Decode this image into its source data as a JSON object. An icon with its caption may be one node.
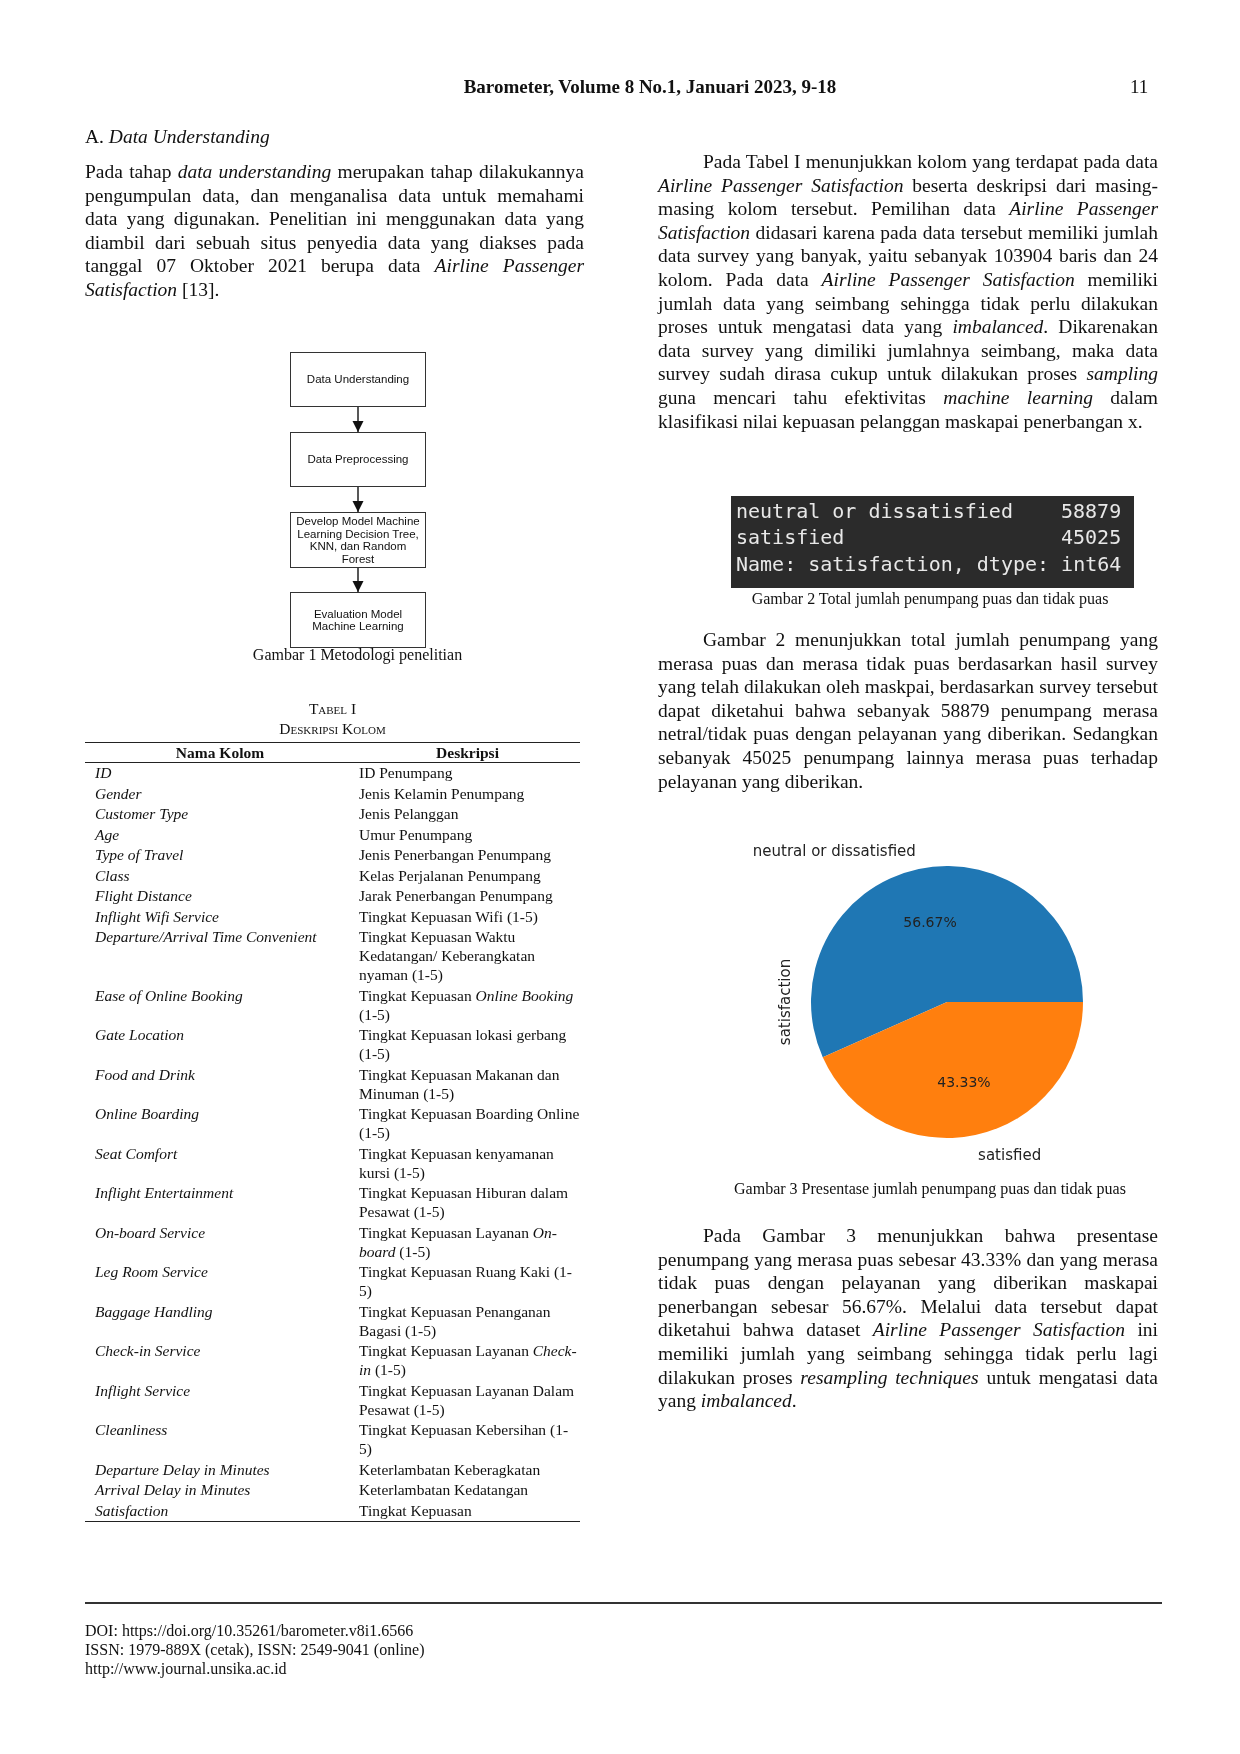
{
  "diagram": {
    "nodes": [
      {
        "text": [
          "Data Understanding"
        ]
      },
      {
        "text": [
          "Data Preprocessing"
        ]
      },
      {
        "text": [
          "Develop Model Machine Learning Decision Tree, KNN, dan Random Forest"
        ]
      },
      {
        "text": [
          "Evaluation Model Machine Learning"
        ]
      }
    ],
    "edges": [
      {
        "from": 0,
        "to": 1,
        "arrow": "to"
      },
      {
        "from": 1,
        "to": 2,
        "arrow": "to"
      },
      {
        "from": 2,
        "to": 3,
        "arrow": "to"
      }
    ],
    "labels": [
      "Barometer, Volume 8 No.1, Januari 2023, 9-18",
      "11",
      "A. *Data Understanding*",
      "Pada tahap *data understanding* merupakan tahap dilakukannya pengumpulan data, dan menganalisa data untuk memahami data yang digunakan. Penelitian ini menggunakan data yang diambil dari sebuah situs penyedia data yang diakses pada tanggal 07 Oktober 2021 berupa data *Airline Passenger Satisfaction* [13].",
      "Gambar 1 Metodologi penelitian",
      "Tabel I",
      "Deskripsi Kolom",
      "Nama Kolom",
      "Deskripsi",
      "ID",
      "ID Penumpang",
      "Gender",
      "Jenis Kelamin Penumpang",
      "Customer Type",
      "Jenis Pelanggan",
      "Age",
      "Umur Penumpang",
      "Type of Travel",
      "Jenis Penerbangan Penumpang",
      "Class",
      "Kelas Perjalanan Penumpang",
      "Flight Distance",
      "Jarak Penerbangan Penumpang",
      "Inflight Wifi Service",
      "Tingkat Kepuasan Wifi (1-5)",
      "Departure/Arrival Time Convenient",
      "Tingkat Kepuasan Waktu Kedatangan/ Keberangkatan nyaman (1-5)",
      "Ease of Online Booking",
      "Tingkat Kepuasan *Online Booking* (1-5)",
      "Gate Location",
      "Tingkat Kepuasan lokasi gerbang (1-5)",
      "Food and Drink",
      "Tingkat Kepuasan Makanan dan Minuman (1-5)",
      "Online Boarding",
      "Tingkat Kepuasan Boarding Online (1-5)",
      "Seat Comfort",
      "Tingkat Kepuasan kenyamanan kursi (1-5)",
      "Inflight Entertainment",
      "Tingkat Kepuasan Hiburan dalam Pesawat (1-5)",
      "On-board Service",
      "Tingkat Kepuasan Layanan *On-board* (1-5)",
      "Leg Room Service",
      "Tingkat Kepuasan Ruang Kaki (1-5)",
      "Baggage Handling",
      "Tingkat Kepuasan Penanganan Bagasi (1-5)",
      "Check-in Service",
      "Tingkat Kepuasan Layanan *Check-in* (1-5)",
      "Inflight Service",
      "Tingkat Kepuasan Layanan Dalam Pesawat (1-5)",
      "Cleanliness",
      "Tingkat Kepuasan Kebersihan (1-5)",
      "Departure Delay in Minutes",
      "Keterlambatan Keberagkatan",
      "Arrival Delay in Minutes",
      "Keterlambatan Kedatangan",
      "Satisfaction",
      "Tingkat Kepuasan",
      "Pada Tabel I menunjukkan kolom yang terdapat pada data *Airline Passenger Satisfaction* beserta deskripsi dari masing-masing kolom tersebut. Pemilihan data *Airline Passenger Satisfaction* didasari karena pada data tersebut memiliki jumlah data survey yang banyak, yaitu sebanyak 103904 baris dan 24 kolom. Pada data *Airline Passenger Satisfaction* memiliki jumlah data yang seimbang sehingga tidak perlu dilakukan proses untuk mengatasi data yang *imbalanced*. Dikarenakan data survey yang dimiliki jumlahnya seimbang, maka data survey sudah dirasa cukup untuk dilakukan proses *sampling* guna mencari tahu efektivitas *machine learning* dalam klasifikasi nilai kepuasan pelanggan maskapai penerbangan x.",
      "neutral or dissatisfied",
      "58879",
      "satisfied",
      "45025",
      "Name: satisfaction, dtype: int64",
      "Gambar 2 Total jumlah penumpang puas dan tidak puas",
      "Gambar 2 menunjukkan total jumlah penumpang yang merasa puas dan merasa tidak puas berdasarkan hasil survey yang telah dilakukan oleh maskpai, berdasarkan survey tersebut dapat diketahui bahwa sebanyak 58879 penumpang merasa netral/tidak puas dengan pelayanan yang diberikan. Sedangkan sebanyak 45025 penumpang lainnya merasa puas terhadap pelayanan yang diberikan.",
      "Gambar 3 Presentase jumlah penumpang puas dan tidak puas",
      "Pada Gambar 3 menunjukkan bahwa presentase penumpang yang merasa puas sebesar 43.33% dan yang merasa tidak puas dengan pelayanan yang diberikan maskapai penerbangan sebesar 56.67%. Melalui data tersebut dapat diketahui bahwa dataset *Airline Passenger Satisfaction* ini memiliki jumlah yang seimbang sehingga tidak perlu lagi dilakukan proses *resampling techniques* untuk mengatasi data yang *imbalanced*.",
      "DOI: https://doi.org/10.35261/barometer.v8i1.6566",
      "ISSN: 1979-889X (cetak), ISSN: 2549-9041 (online)",
      "http://www.journal.unsika.ac.id"
    ],
    "chart_data": {
      "type": "pie",
      "ylabel": "satisfaction",
      "categories": [
        "neutral or dissatisfied",
        "satisfied"
      ],
      "values": [
        56.67,
        43.33
      ],
      "value_labels": [
        "56.67%",
        "43.33%"
      ]
    }
  }
}
